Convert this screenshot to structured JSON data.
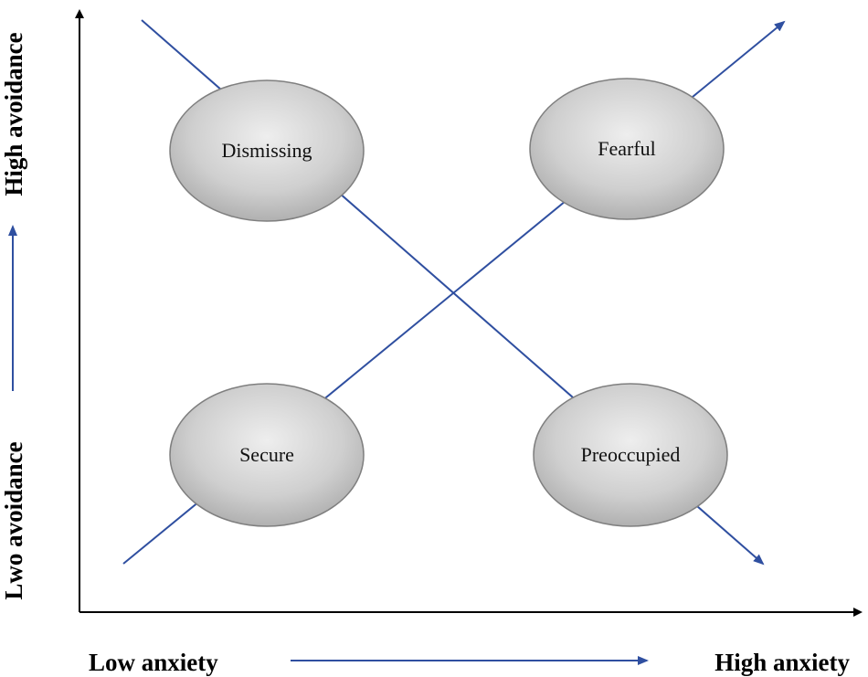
{
  "axes": {
    "x_low_label": "Low anxiety",
    "x_high_label": "High anxiety",
    "y_high_label": "High avoidance",
    "y_low_label": "Lwo avoidance"
  },
  "styles": {
    "dismissing": "Dismissing",
    "fearful": "Fearful",
    "secure": "Secure",
    "preoccupied": "Preoccupied"
  },
  "colors": {
    "line": "#2f4fa0",
    "axis": "#000000",
    "ellipse_fill_light": "#eeeeee",
    "ellipse_fill_dark": "#a9a9a9",
    "ellipse_stroke": "#7f7f7f"
  }
}
